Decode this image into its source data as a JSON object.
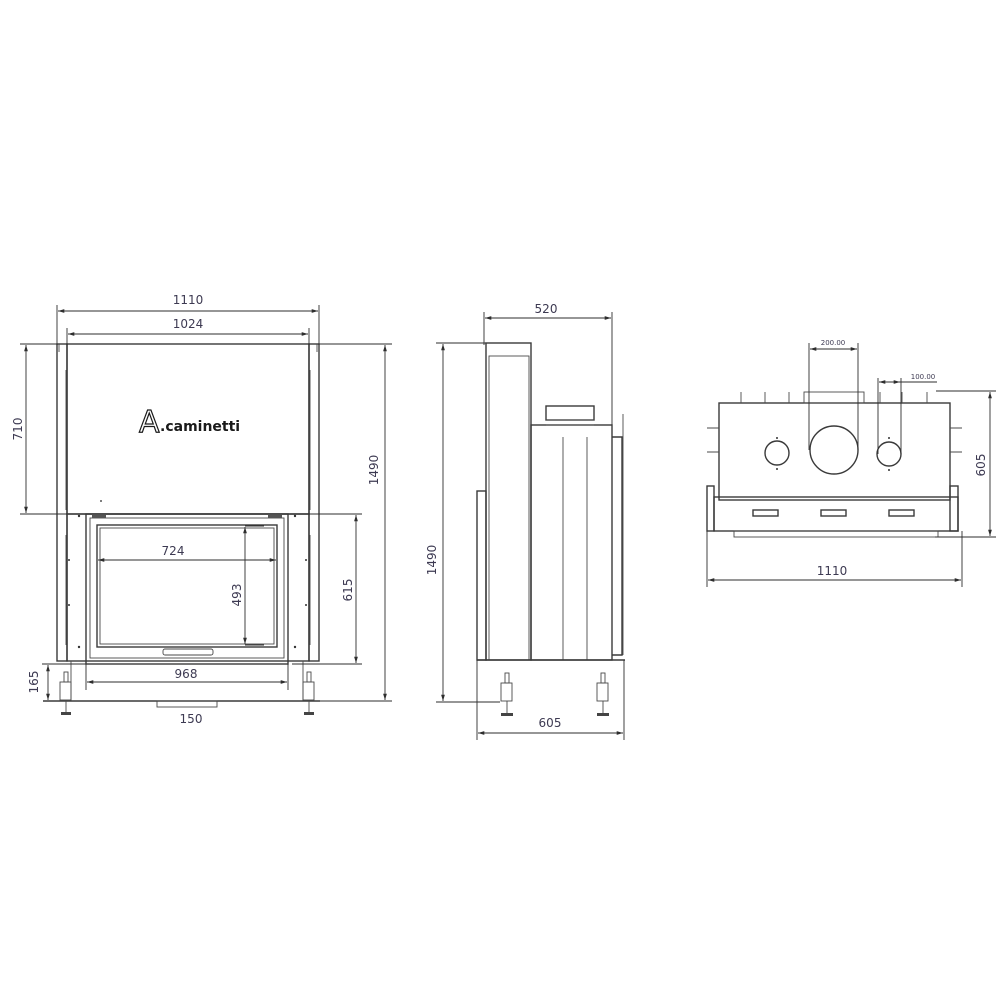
{
  "drawing": {
    "brand_logo": {
      "letter": "A",
      "text": ".caminetti"
    },
    "front_view": {
      "dimensions": {
        "overall_width": "1110",
        "body_width": "1024",
        "upper_height": "710",
        "total_height": "1490",
        "glass_width": "724",
        "glass_height": "493",
        "door_height": "615",
        "door_width": "968",
        "base_height": "165",
        "base_tab": "150"
      }
    },
    "side_view": {
      "dimensions": {
        "top_depth": "520",
        "total_height": "1490",
        "overall_depth": "605"
      }
    },
    "top_view": {
      "dimensions": {
        "flue_diameter": "200.00",
        "duct_diameter": "100.00",
        "depth": "605",
        "width": "1110"
      }
    },
    "colors": {
      "line": "#3a3a3a",
      "dimension_text": "#3d3a52",
      "background": "#ffffff"
    }
  }
}
